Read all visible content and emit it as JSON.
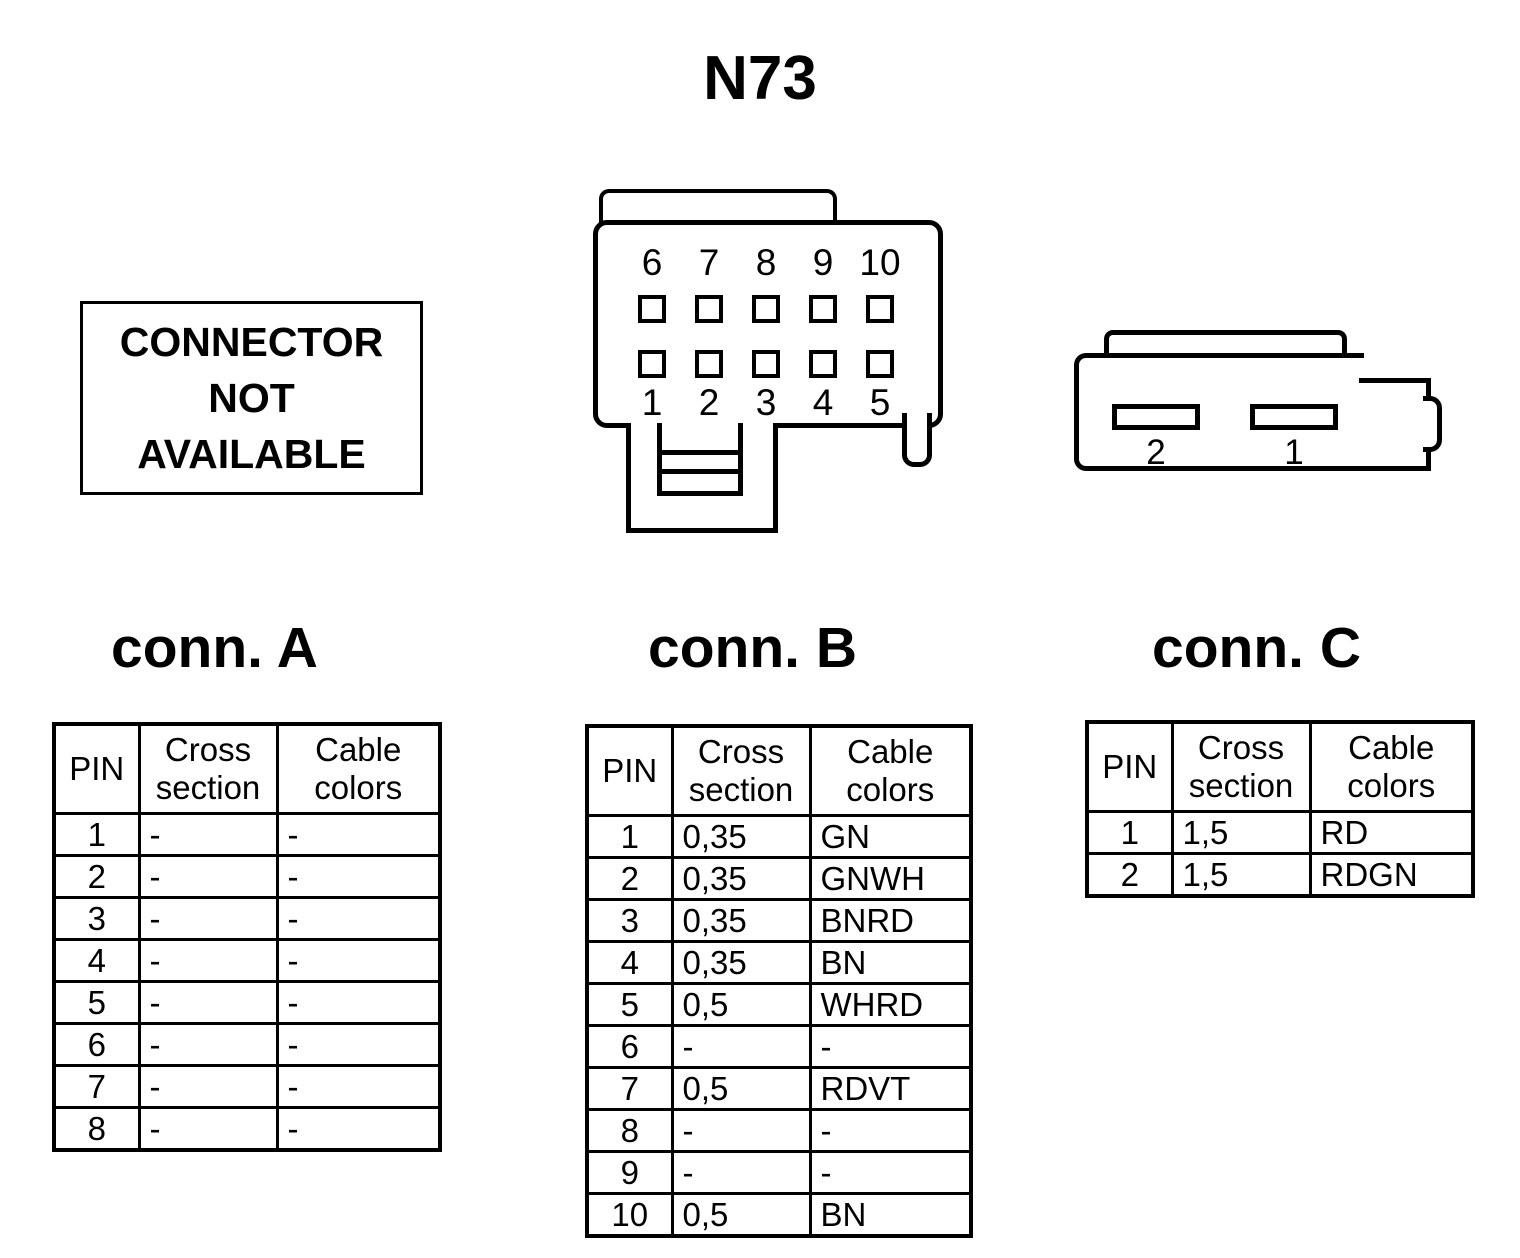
{
  "title": "N73",
  "connector_a_placeholder": {
    "lines": [
      "CONNECTOR",
      "NOT",
      "AVAILABLE"
    ]
  },
  "connector_b_drawing": {
    "top_row_pins": [
      "6",
      "7",
      "8",
      "9",
      "10"
    ],
    "bottom_row_pins": [
      "1",
      "2",
      "3",
      "4",
      "5"
    ]
  },
  "connector_c_drawing": {
    "terminals": [
      "2",
      "1"
    ]
  },
  "headings": {
    "conn_a": "conn. A",
    "conn_b": "conn. B",
    "conn_c": "conn. C"
  },
  "table_headers": {
    "pin": "PIN",
    "cross_section_line1": "Cross",
    "cross_section_line2": "section",
    "cable_colors_line1": "Cable",
    "cable_colors_line2": "colors"
  },
  "tables": {
    "conn_a": {
      "rows": [
        {
          "pin": "1",
          "cross_section": "-",
          "cable_colors": "-"
        },
        {
          "pin": "2",
          "cross_section": "-",
          "cable_colors": "-"
        },
        {
          "pin": "3",
          "cross_section": "-",
          "cable_colors": "-"
        },
        {
          "pin": "4",
          "cross_section": "-",
          "cable_colors": "-"
        },
        {
          "pin": "5",
          "cross_section": "-",
          "cable_colors": "-"
        },
        {
          "pin": "6",
          "cross_section": "-",
          "cable_colors": "-"
        },
        {
          "pin": "7",
          "cross_section": "-",
          "cable_colors": "-"
        },
        {
          "pin": "8",
          "cross_section": "-",
          "cable_colors": "-"
        }
      ]
    },
    "conn_b": {
      "rows": [
        {
          "pin": "1",
          "cross_section": "0,35",
          "cable_colors": "GN"
        },
        {
          "pin": "2",
          "cross_section": "0,35",
          "cable_colors": "GNWH"
        },
        {
          "pin": "3",
          "cross_section": "0,35",
          "cable_colors": "BNRD"
        },
        {
          "pin": "4",
          "cross_section": "0,35",
          "cable_colors": "BN"
        },
        {
          "pin": "5",
          "cross_section": "0,5",
          "cable_colors": "WHRD"
        },
        {
          "pin": "6",
          "cross_section": "-",
          "cable_colors": "-"
        },
        {
          "pin": "7",
          "cross_section": "0,5",
          "cable_colors": "RDVT"
        },
        {
          "pin": "8",
          "cross_section": "-",
          "cable_colors": "-"
        },
        {
          "pin": "9",
          "cross_section": "-",
          "cable_colors": "-"
        },
        {
          "pin": "10",
          "cross_section": "0,5",
          "cable_colors": "BN"
        }
      ]
    },
    "conn_c": {
      "rows": [
        {
          "pin": "1",
          "cross_section": "1,5",
          "cable_colors": "RD"
        },
        {
          "pin": "2",
          "cross_section": "1,5",
          "cable_colors": "RDGN"
        }
      ]
    }
  },
  "colors": {
    "ink": "#000000",
    "paper": "#ffffff"
  }
}
